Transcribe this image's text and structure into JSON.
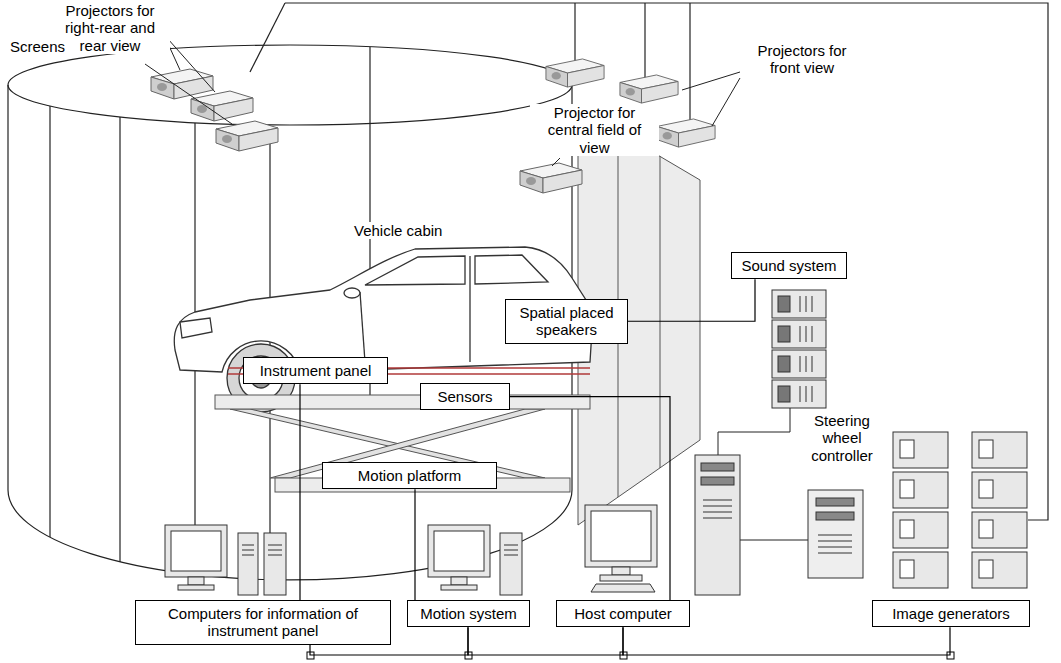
{
  "diagram": {
    "nodes": [
      {
        "text": [
          "Sound system"
        ]
      },
      {
        "text": [
          "Spatial placed speakers"
        ]
      },
      {
        "text": [
          "Instrument panel"
        ]
      },
      {
        "text": [
          "Sensors"
        ]
      },
      {
        "text": [
          "Motion platform"
        ]
      },
      {
        "text": [
          "Computers for information of instrument panel"
        ]
      },
      {
        "text": [
          "Motion system"
        ]
      },
      {
        "text": [
          "Host computer"
        ]
      },
      {
        "text": [
          "Image generators"
        ]
      }
    ],
    "edges": [
      {
        "from": 1,
        "to": 0,
        "arrow": "none"
      },
      {
        "from": 3,
        "to": 7,
        "arrow": "none"
      },
      {
        "from": 2,
        "to": 5,
        "arrow": "none"
      },
      {
        "from": 4,
        "to": 6,
        "arrow": "none"
      },
      {
        "from": 5,
        "to": 6,
        "arrow": "none"
      },
      {
        "from": 6,
        "to": 7,
        "arrow": "none"
      },
      {
        "from": 7,
        "to": 8,
        "arrow": "none"
      }
    ],
    "labels": [
      "Projectors for right-rear and rear view",
      "Screens",
      "Projectors for front view",
      "Projector for central field of view",
      "Vehicle cabin",
      "Steering wheel controller"
    ]
  }
}
